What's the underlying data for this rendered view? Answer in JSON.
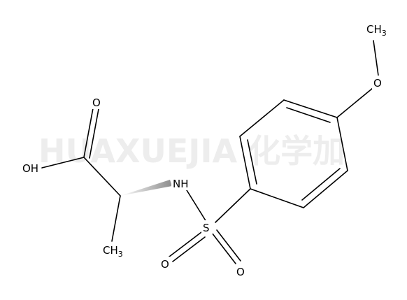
{
  "watermark": "HUAXUEJIA 化学加",
  "atoms": {
    "oh": "OH",
    "o_carbonyl": "O",
    "nh": "NH",
    "s": "S",
    "o_s1": "O",
    "o_s2": "O",
    "ch3_bottom": "CH",
    "ch3_bottom_sub": "3",
    "o_methoxy": "O",
    "ch3_top": "CH",
    "ch3_top_sub": "3"
  },
  "colors": {
    "bond": "#000000",
    "wedge": "#9a9a9a",
    "watermark": "#d9d9d9"
  }
}
